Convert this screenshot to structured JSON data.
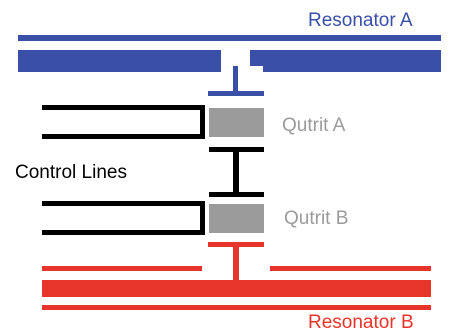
{
  "labels": {
    "resonator_a": "Resonator A",
    "qutrit_a": "Qutrit A",
    "control_lines": "Control Lines",
    "qutrit_b": "Qutrit B",
    "resonator_b": "Resonator B"
  },
  "colors": {
    "resonator_a": "#3a4fa8",
    "resonator_b": "#e8352b",
    "qutrit": "#9b9b9b",
    "qutrit_label": "#9b9b9b",
    "control": "#000000",
    "label_text": "#000000"
  }
}
